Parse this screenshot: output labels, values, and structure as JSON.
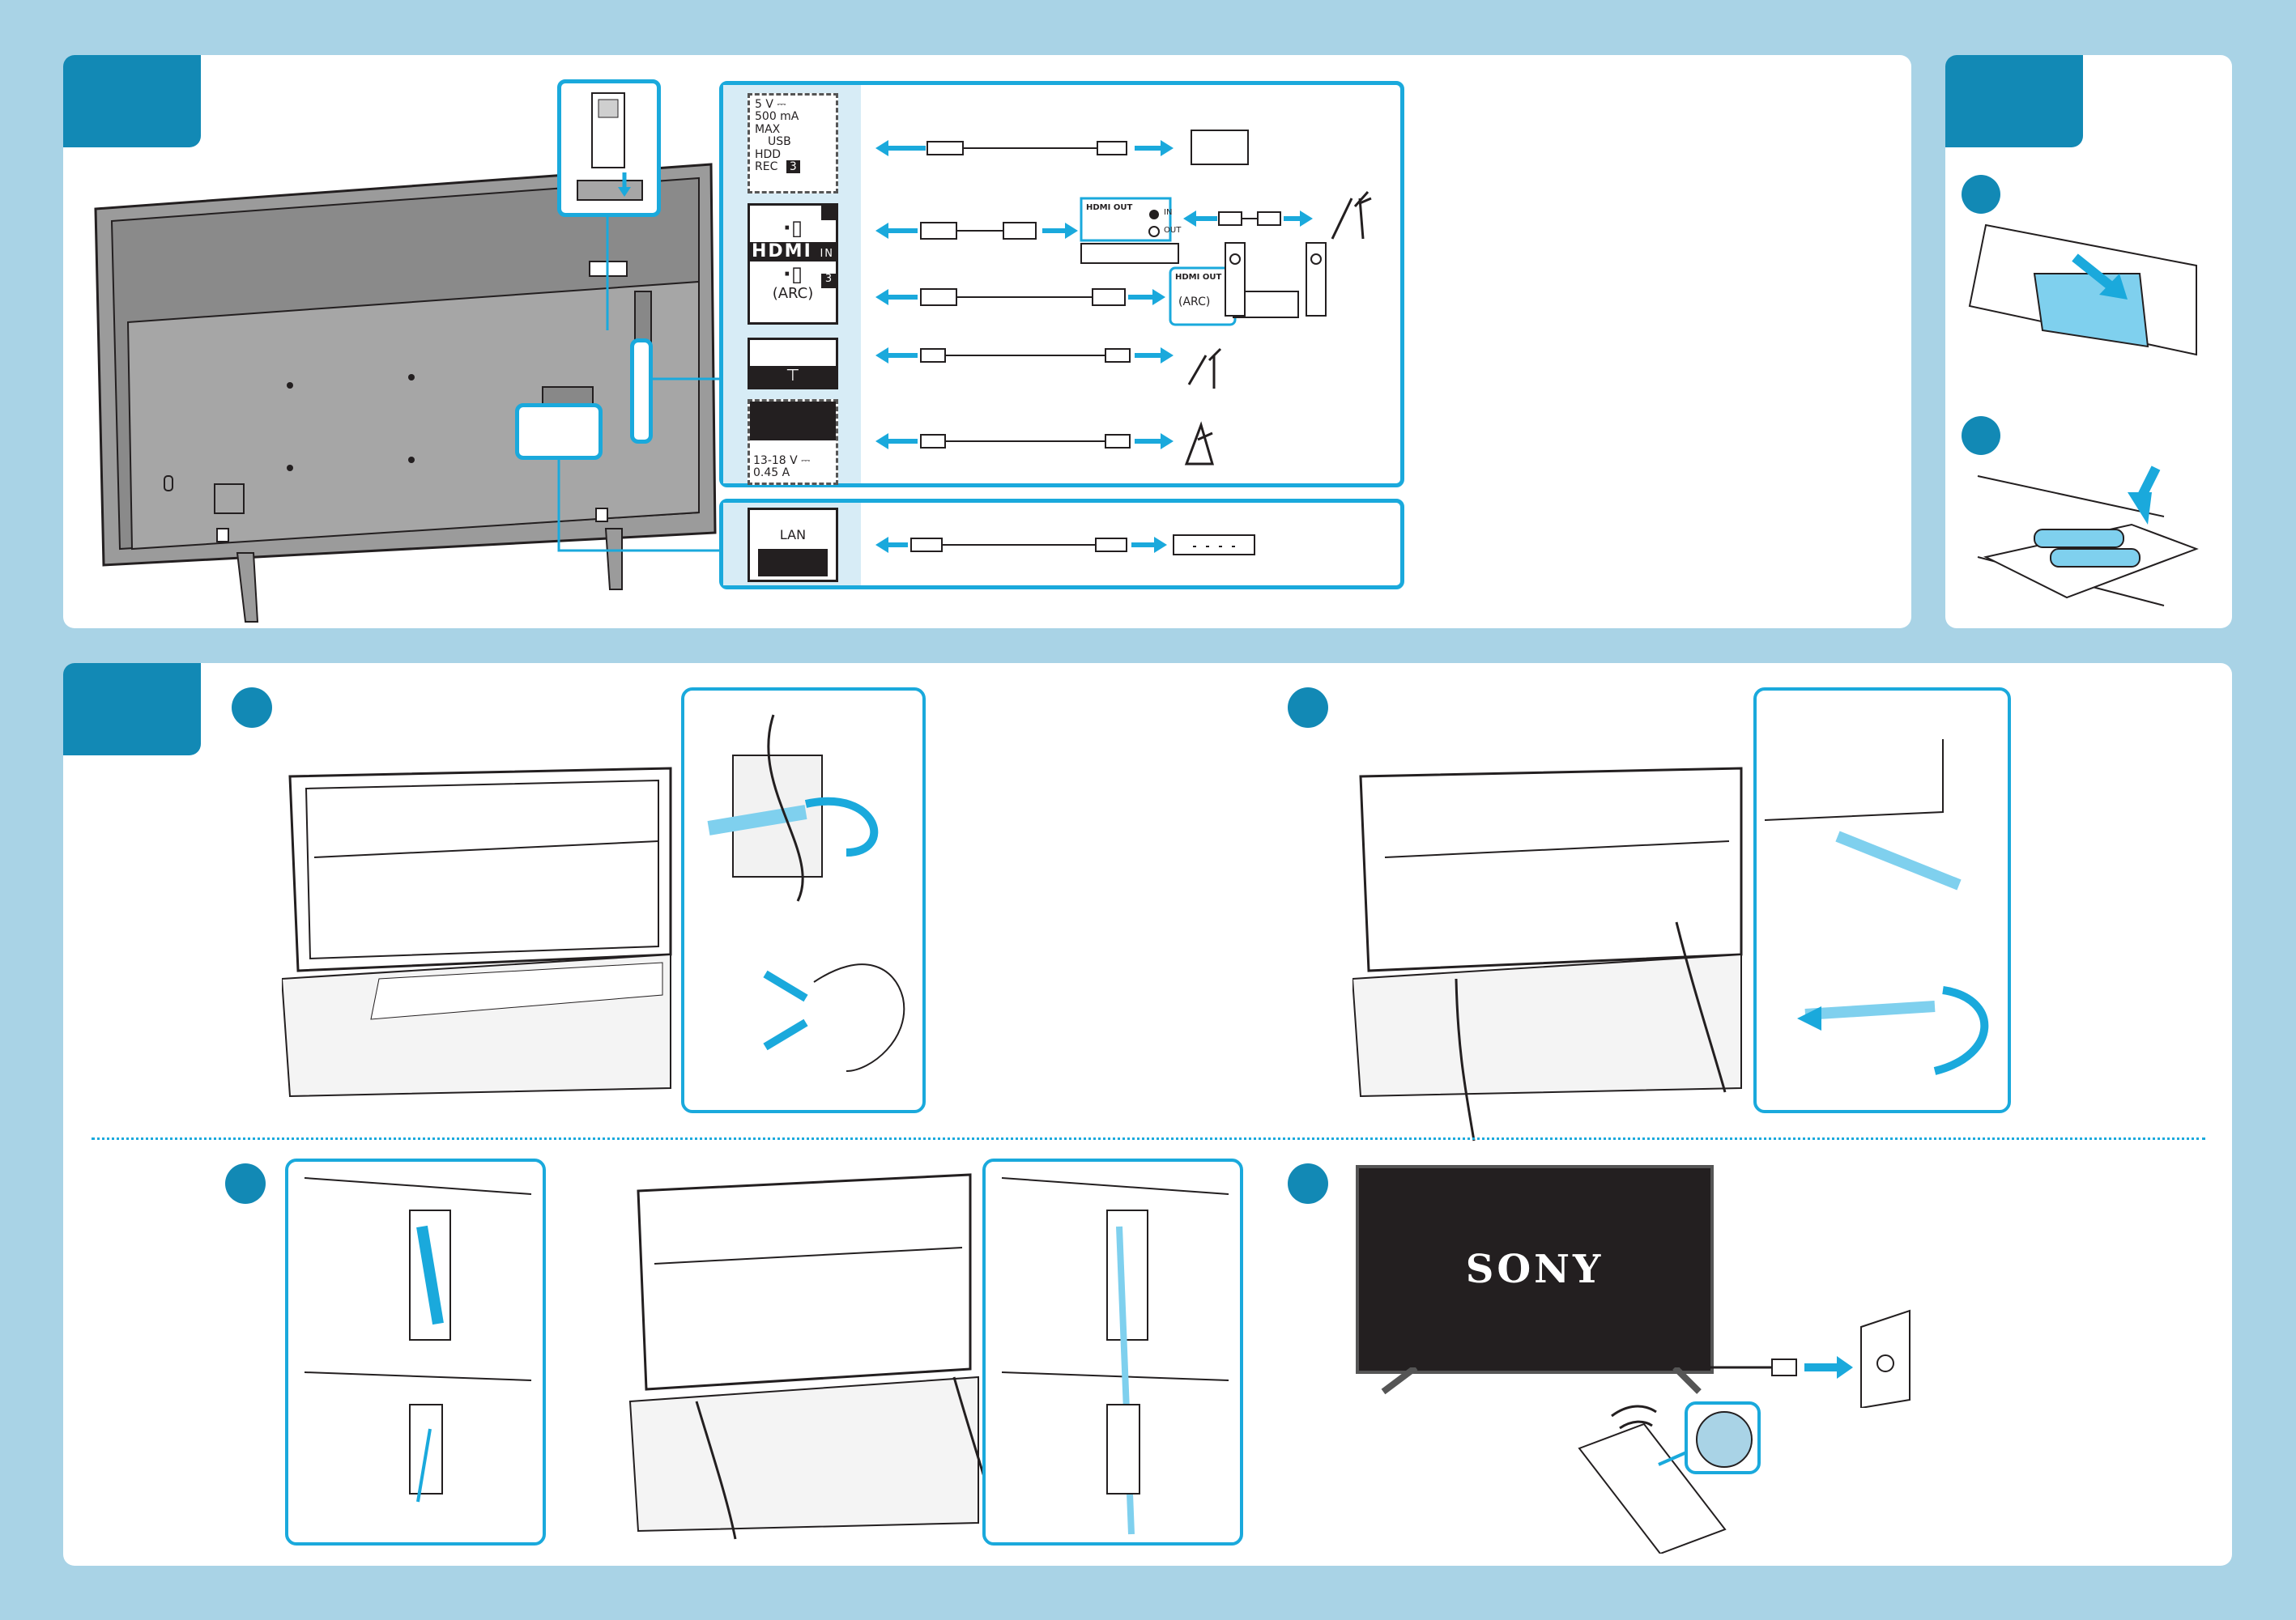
{
  "colors": {
    "background": "#a9d3e6",
    "tab": "#1289b5",
    "accent": "#1aa9dc",
    "line": "#231f20"
  },
  "ports": {
    "usb": {
      "v": "5 V ⎓",
      "ma": "500 mA",
      "max": "MAX",
      "usb": "USB",
      "hdd": "HDD",
      "rec": "REC",
      "num": "3"
    },
    "hdmi": {
      "logo": "HDMI",
      "in": "IN",
      "num": "3",
      "arc": "(ARC)"
    },
    "sat": {
      "volt": "13-18 V ⎓",
      "amp": "0.45 A"
    },
    "lan": {
      "label": "LAN"
    }
  },
  "devices": {
    "stb": {
      "hdmi_out": "HDMI OUT",
      "in": "IN",
      "out": "OUT"
    },
    "av": {
      "hdmi_out": "HDMI OUT",
      "arc": "(ARC)"
    }
  },
  "tv_logo": "SONY",
  "icons": [
    "hdd-icon",
    "antenna-icon",
    "satellite-dish-icon",
    "router-icon",
    "remote-control-icon",
    "power-outlet-icon",
    "battery-icon",
    "cable-tie-icon"
  ]
}
